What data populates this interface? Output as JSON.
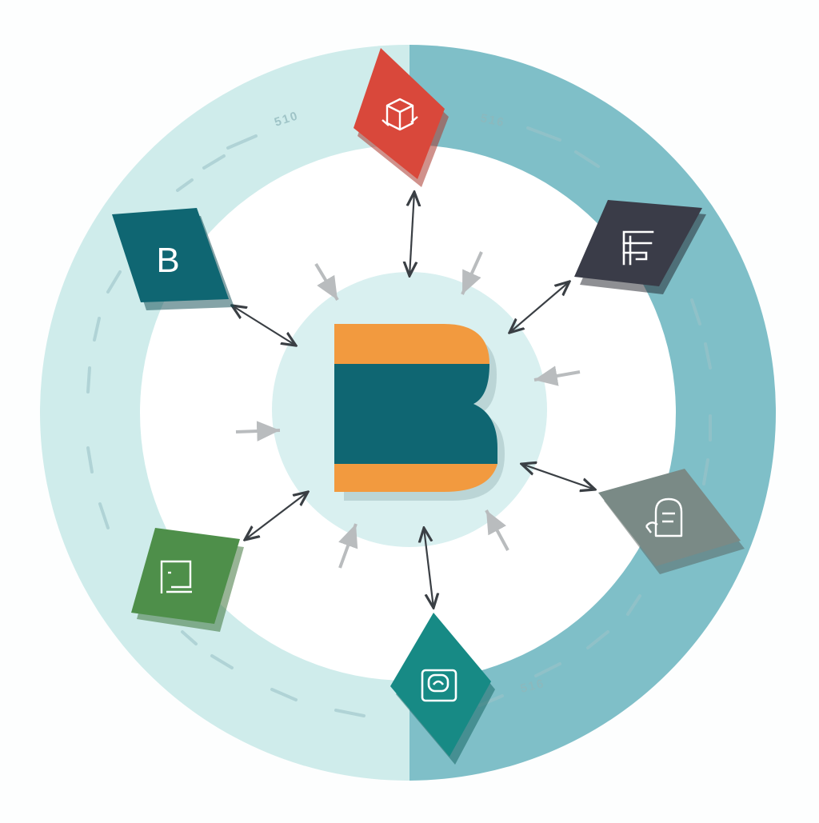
{
  "diagram": {
    "center": {
      "letter": "B",
      "colors": {
        "top": "#f29a3f",
        "middle": "#0f6672",
        "bottom": "#f29a3f",
        "disc": "#d9f0f0"
      }
    },
    "ring": {
      "light": "#cfeceb",
      "dark": "#7fbfc8",
      "inner": "#ffffff"
    },
    "ring_labels": [
      "510",
      "516",
      "516"
    ],
    "nodes": [
      {
        "id": "top",
        "icon": "box-icon",
        "color": "#d9483b",
        "label": ""
      },
      {
        "id": "top-right",
        "icon": "document-icon",
        "color": "#3a3c48",
        "label": ""
      },
      {
        "id": "right",
        "icon": "user-icon",
        "color": "#7a8a86",
        "label": ""
      },
      {
        "id": "bottom",
        "icon": "image-icon",
        "color": "#178a85",
        "label": ""
      },
      {
        "id": "bottom-left",
        "icon": "monitor-icon",
        "color": "#4e8f4a",
        "label": ""
      },
      {
        "id": "top-left",
        "icon": "letter-b-icon",
        "color": "#0f6672",
        "label": "B"
      }
    ]
  }
}
